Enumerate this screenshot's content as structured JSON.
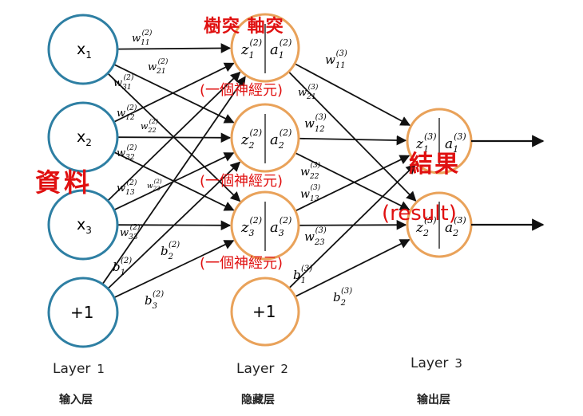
{
  "colors": {
    "input": "#2e7fa3",
    "hidden": "#e9a25a",
    "line": "#111111",
    "anno": "#e01010"
  },
  "input_nodes": [
    "x",
    "x",
    "x",
    "+1"
  ],
  "input_subs": [
    "1",
    "2",
    "3",
    ""
  ],
  "hidden_nodes": [
    {
      "z": "z",
      "zsub": "1",
      "zsup": "(2)",
      "a": "a",
      "asub": "1",
      "asup": "(2)"
    },
    {
      "z": "z",
      "zsub": "2",
      "zsup": "(2)",
      "a": "a",
      "asub": "2",
      "asup": "(2)"
    },
    {
      "z": "z",
      "zsub": "3",
      "zsup": "(2)",
      "a": "a",
      "asub": "3",
      "asup": "(2)"
    }
  ],
  "hidden_bias": "+1",
  "output_nodes": [
    {
      "z": "z",
      "zsub": "1",
      "zsup": "(3)",
      "a": "a",
      "asub": "1",
      "asup": "(3)"
    },
    {
      "z": "z",
      "zsub": "2",
      "zsup": "(3)",
      "a": "a",
      "asub": "2",
      "asup": "(3)"
    }
  ],
  "weights_l1": [
    {
      "w": "w",
      "sub": "11",
      "sup": "(2)"
    },
    {
      "w": "w",
      "sub": "21",
      "sup": "(2)"
    },
    {
      "w": "w",
      "sub": "31",
      "sup": "(2)"
    },
    {
      "w": "w",
      "sub": "12",
      "sup": "(2)"
    },
    {
      "w": "w",
      "sub": "22",
      "sup": "(2)"
    },
    {
      "w": "w",
      "sub": "32",
      "sup": "(2)"
    },
    {
      "w": "w",
      "sub": "13",
      "sup": "(2)"
    },
    {
      "w": "w",
      "sub": "23",
      "sup": "(2)"
    },
    {
      "w": "w",
      "sub": "33",
      "sup": "(2)"
    }
  ],
  "bias_l1": [
    {
      "b": "b",
      "sub": "1",
      "sup": "(2)"
    },
    {
      "b": "b",
      "sub": "2",
      "sup": "(2)"
    },
    {
      "b": "b",
      "sub": "3",
      "sup": "(2)"
    }
  ],
  "weights_l2": [
    {
      "w": "w",
      "sub": "11",
      "sup": "(3)"
    },
    {
      "w": "w",
      "sub": "21",
      "sup": "(3)"
    },
    {
      "w": "w",
      "sub": "12",
      "sup": "(3)"
    },
    {
      "w": "w",
      "sub": "22",
      "sup": "(3)"
    },
    {
      "w": "w",
      "sub": "13",
      "sup": "(3)"
    },
    {
      "w": "w",
      "sub": "23",
      "sup": "(3)"
    }
  ],
  "bias_l2": [
    {
      "b": "b",
      "sub": "1",
      "sup": "(3)"
    },
    {
      "b": "b",
      "sub": "2",
      "sup": "(3)"
    }
  ],
  "layers": [
    {
      "label": "Layer",
      "num": "1",
      "cn": "输入层"
    },
    {
      "label": "Layer",
      "num": "2",
      "cn": "隐藏层"
    },
    {
      "label": "Layer",
      "num": "3",
      "cn": "输出层"
    }
  ],
  "annotations": {
    "activation": "樹突 軸突",
    "neuron": "(一個神經元)",
    "data": "資料",
    "result_cn": "結果",
    "result_en": "(result)"
  }
}
